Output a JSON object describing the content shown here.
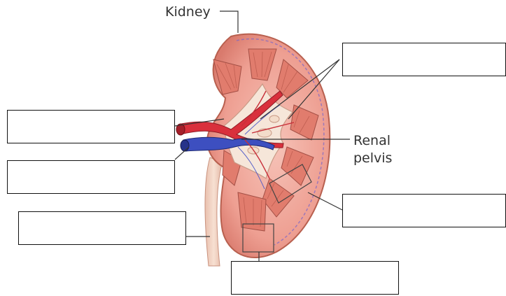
{
  "labels": {
    "kidney": "Kidney",
    "renal_line1": "Renal",
    "renal_line2": "pelvis"
  },
  "blank_boxes": [
    "",
    "",
    "",
    "",
    "",
    ""
  ],
  "colors": {
    "cortex": "#f0a89a",
    "medulla": "#e58577",
    "artery": "#d9303c",
    "vein": "#3d4fc0",
    "ureter": "#f2d2c2",
    "pelvis": "#f6e6d9",
    "leader_line": "#333333"
  }
}
